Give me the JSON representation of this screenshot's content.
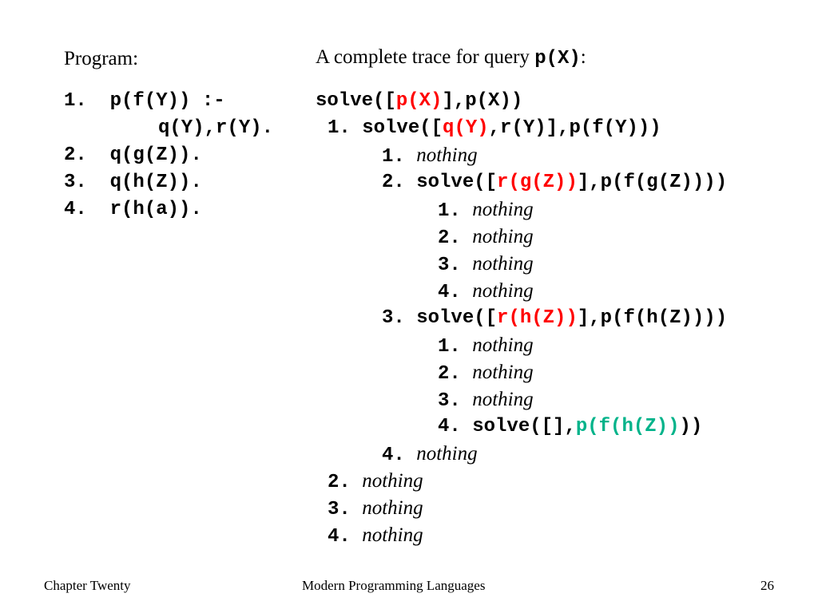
{
  "program": {
    "title": "Program:",
    "lines": [
      {
        "num": "1.",
        "text": "p(f(Y)) :-"
      },
      {
        "num": "",
        "text": "q(Y),r(Y)."
      },
      {
        "num": "2.",
        "text": "q(g(Z))."
      },
      {
        "num": "3.",
        "text": "q(h(Z))."
      },
      {
        "num": "4.",
        "text": "r(h(a))."
      }
    ]
  },
  "trace": {
    "title_text": "A complete trace for query ",
    "title_query": "p(X)",
    "title_suffix": ":",
    "root": {
      "pre": "solve([",
      "goal": "p(X)",
      "post": "],p(X))"
    },
    "n1": {
      "num": "1.",
      "pre": "solve([",
      "goal": "q(Y)",
      "post": ",r(Y)],p(f(Y)))"
    },
    "n1_1": {
      "num": "1.",
      "text": "nothing"
    },
    "n1_2": {
      "num": "2.",
      "pre": "solve([",
      "goal": "r(g(Z))",
      "post": "],p(f(g(Z))))"
    },
    "n1_2_items": [
      {
        "num": "1.",
        "text": "nothing"
      },
      {
        "num": "2.",
        "text": "nothing"
      },
      {
        "num": "3.",
        "text": "nothing"
      },
      {
        "num": "4.",
        "text": "nothing"
      }
    ],
    "n1_3": {
      "num": "3.",
      "pre": "solve([",
      "goal": "r(h(Z))",
      "post": "],p(f(h(Z))))"
    },
    "n1_3_items": [
      {
        "num": "1.",
        "text": "nothing"
      },
      {
        "num": "2.",
        "text": "nothing"
      },
      {
        "num": "3.",
        "text": "nothing"
      }
    ],
    "n1_3_4": {
      "num": "4.",
      "pre": "solve([],",
      "result": "p(f(h(Z))",
      "post": "))"
    },
    "n1_4": {
      "num": "4.",
      "text": "nothing"
    },
    "top_rest": [
      {
        "num": "2.",
        "text": "nothing"
      },
      {
        "num": "3.",
        "text": "nothing"
      },
      {
        "num": "4.",
        "text": "nothing"
      }
    ]
  },
  "colors": {
    "goal": "#ff0000",
    "result": "#00b38a"
  },
  "footer": {
    "left": "Chapter Twenty",
    "center": "Modern Programming Languages",
    "page": "26"
  }
}
